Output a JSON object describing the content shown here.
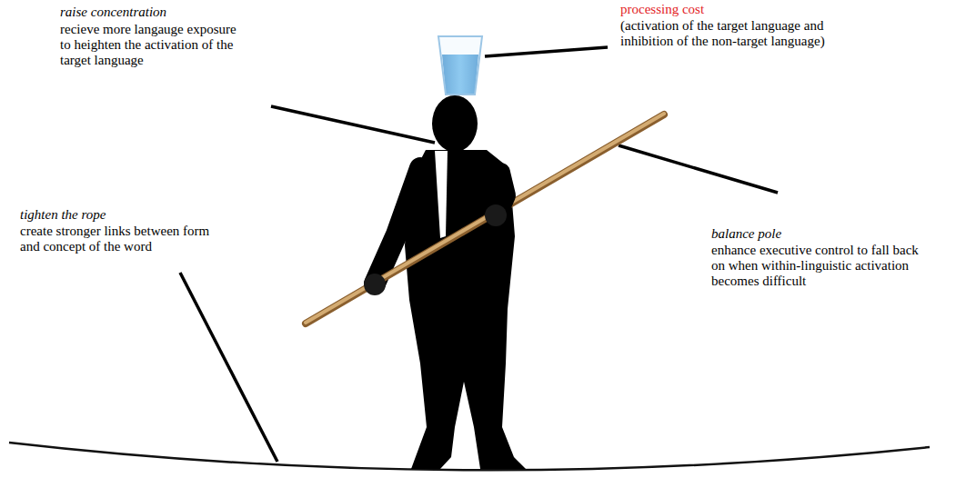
{
  "diagram": {
    "labels": [
      "raise concentration",
      "recieve more langauge exposure to heighten the activation of the target language",
      "processing cost",
      "(activation of the target language and inhibition of the non-target language)",
      "tighten the rope",
      "create stronger links between form and concept of the word",
      "balance pole",
      "enhance executive control to fall back on when within-linguistic activation becomes difficult"
    ]
  }
}
